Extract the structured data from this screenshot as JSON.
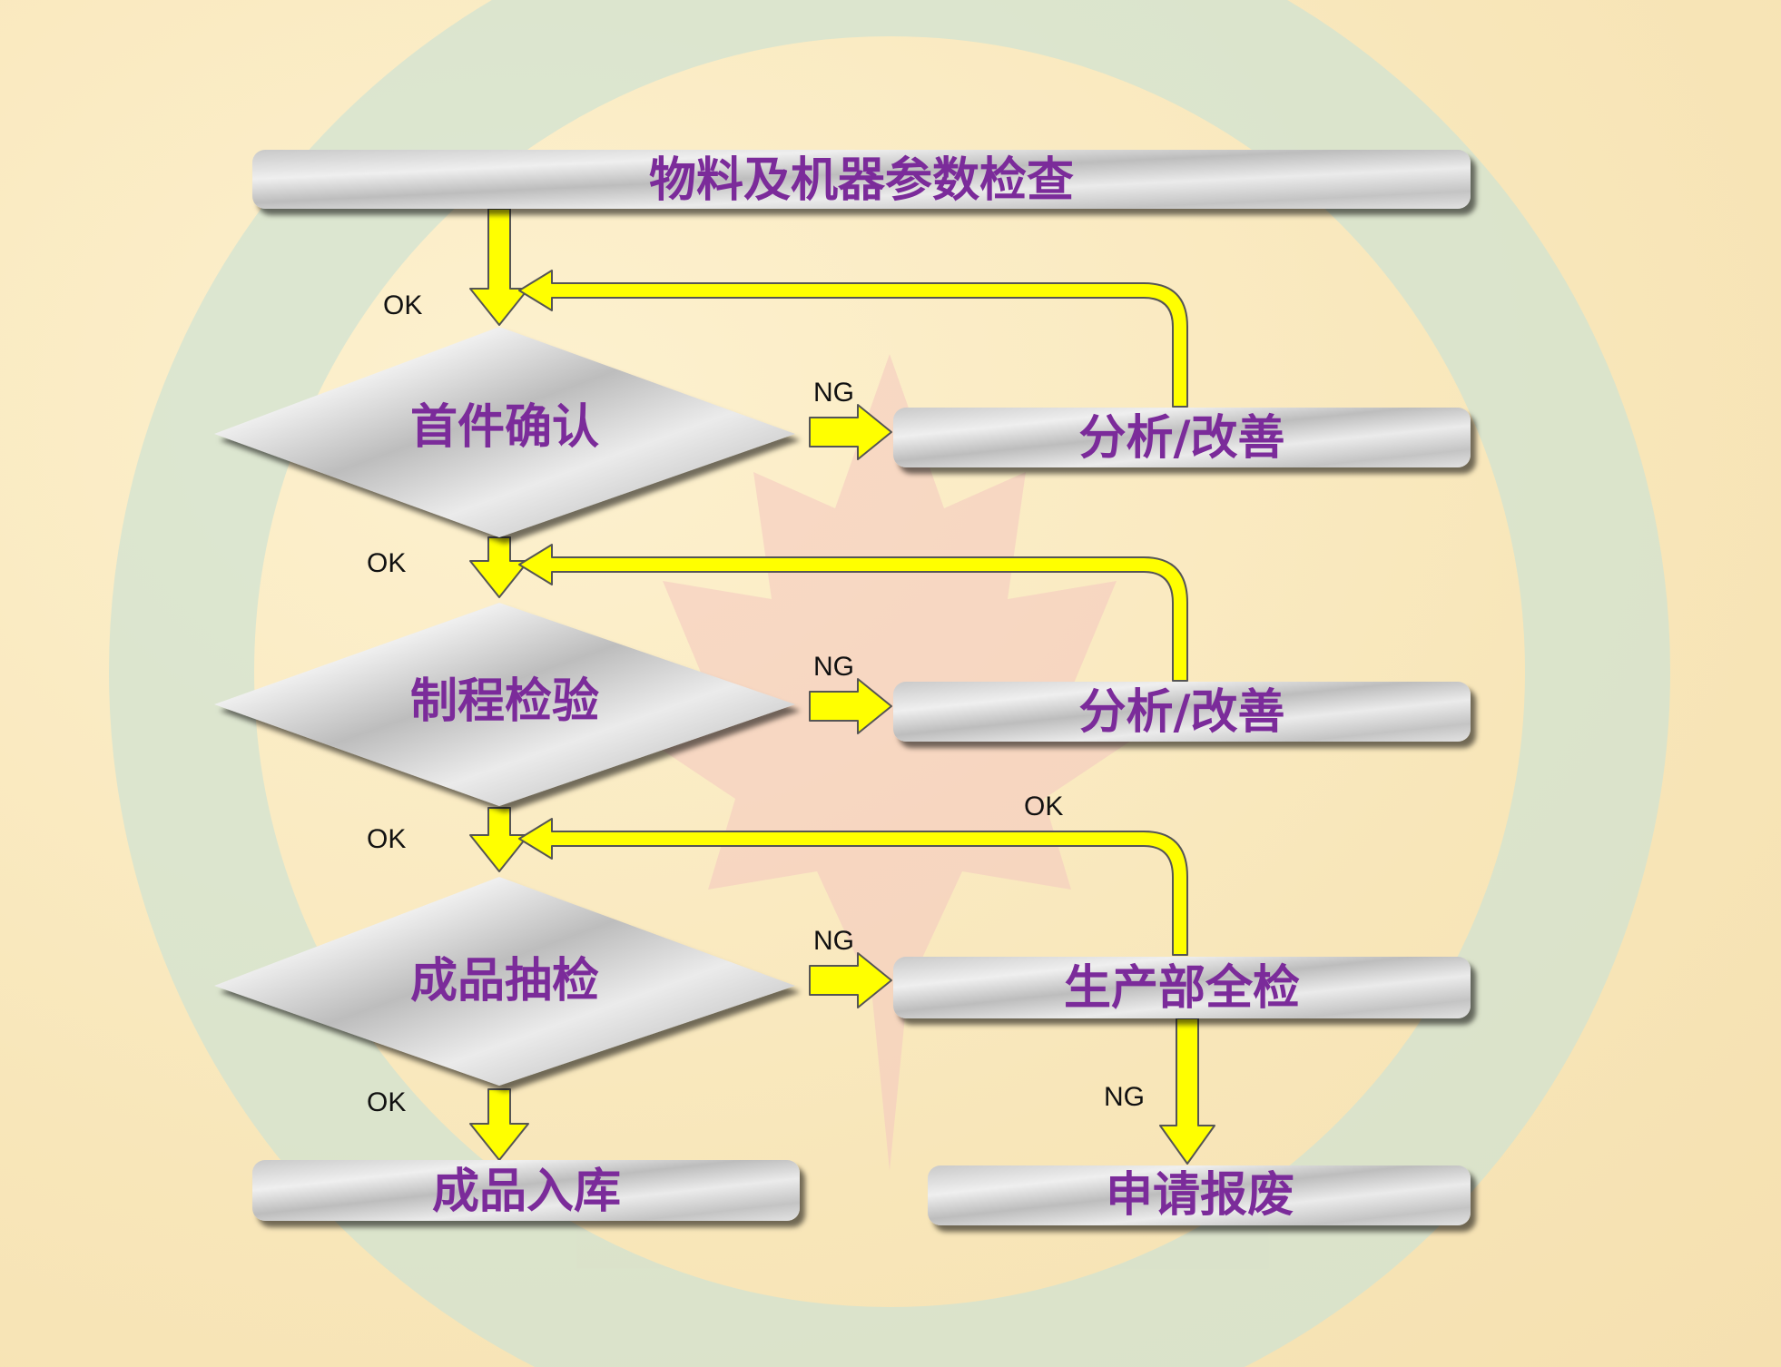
{
  "colors": {
    "background": "#fbecc4",
    "node_text": "#7b2b9a",
    "arrow_fill": "#ffff00",
    "arrow_stroke": "#555555",
    "node_fill": "#d9d9d9",
    "watermark_ring": "#c9e0cf",
    "watermark_leaf": "#f6c8c2"
  },
  "nodes": {
    "start": "物料及机器参数检查",
    "first_article": "首件确认",
    "process_check": "制程检验",
    "final_sampling": "成品抽检",
    "warehouse": "成品入库",
    "analysis1": "分析/改善",
    "analysis2": "分析/改善",
    "full_inspection": "生产部全检",
    "scrap": "申请报废"
  },
  "edges": {
    "ok1": "OK",
    "ok2": "OK",
    "ok3": "OK",
    "ok4": "OK",
    "ok_rework": "OK",
    "ng1": "NG",
    "ng2": "NG",
    "ng3": "NG",
    "ng_scrap": "NG"
  }
}
